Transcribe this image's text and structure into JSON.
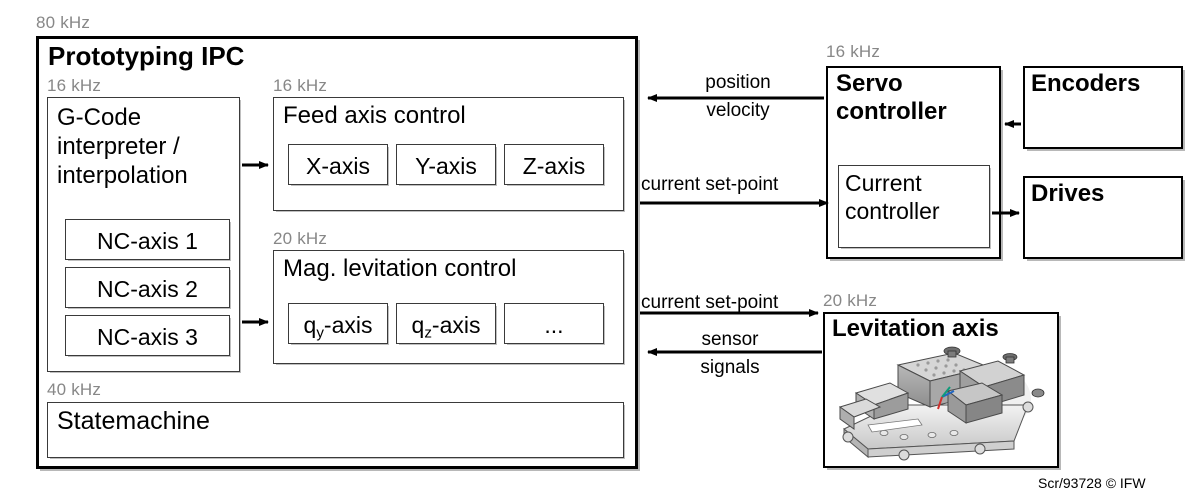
{
  "diagram": {
    "caption": "Scr/93728 © IFW",
    "colors": {
      "freq_label": "#878787",
      "line": "#000000",
      "background": "#ffffff"
    },
    "blocks": {
      "ipc": {
        "freq": "80 kHz",
        "title": "Prototyping IPC"
      },
      "gcode": {
        "freq": "16 kHz",
        "title": "G-Code\ninterpreter /\ninterpolation",
        "items": [
          {
            "label": "NC-axis 1"
          },
          {
            "label": "NC-axis 2"
          },
          {
            "label": "NC-axis 3"
          }
        ]
      },
      "feed_axis": {
        "freq": "16 kHz",
        "title": "Feed axis control",
        "items": [
          {
            "label": "X-axis"
          },
          {
            "label": "Y-axis"
          },
          {
            "label": "Z-axis"
          }
        ]
      },
      "mag_lev": {
        "freq": "20 kHz",
        "title": "Mag. levitation control",
        "items": [
          {
            "label": "qy-axis",
            "base": "q",
            "sub": "y",
            "rest": "-axis"
          },
          {
            "label": "qz-axis",
            "base": "q",
            "sub": "z",
            "rest": "-axis"
          },
          {
            "label": "...",
            "base": "...",
            "sub": "",
            "rest": ""
          }
        ]
      },
      "statemachine": {
        "freq": "40 kHz",
        "title": "Statemachine"
      },
      "servo": {
        "freq": "16 kHz",
        "title": "Servo\ncontroller"
      },
      "current_controller": {
        "title": "Current\ncontroller"
      },
      "encoders": {
        "title": "Encoders"
      },
      "drives": {
        "title": "Drives"
      },
      "levitation_axis": {
        "freq": "20 kHz",
        "title": "Levitation axis",
        "image_alt": "magnetic-levitation-stage-cad-render"
      }
    },
    "connections": [
      {
        "id": "position-velocity",
        "label": "position\nvelocity",
        "from": "servo",
        "to": "ipc",
        "direction": "left"
      },
      {
        "id": "current-set-point-servo",
        "label": "current set-point",
        "from": "ipc",
        "to": "current_controller",
        "direction": "right"
      },
      {
        "id": "current-set-point-levitation",
        "label": "current set-point",
        "from": "ipc",
        "to": "levitation_axis",
        "direction": "right"
      },
      {
        "id": "sensor-signals",
        "label": "sensor\nsignals",
        "from": "levitation_axis",
        "to": "ipc",
        "direction": "left"
      },
      {
        "id": "encoders-to-servo",
        "label": "",
        "from": "encoders",
        "to": "servo",
        "direction": "left"
      },
      {
        "id": "current-controller-to-drives",
        "label": "",
        "from": "current_controller",
        "to": "drives",
        "direction": "right"
      },
      {
        "id": "gcode-to-feed-axis",
        "label": "",
        "from": "gcode",
        "to": "feed_axis",
        "direction": "right"
      },
      {
        "id": "gcode-to-mag-lev",
        "label": "",
        "from": "gcode",
        "to": "mag_lev",
        "direction": "right"
      }
    ]
  }
}
